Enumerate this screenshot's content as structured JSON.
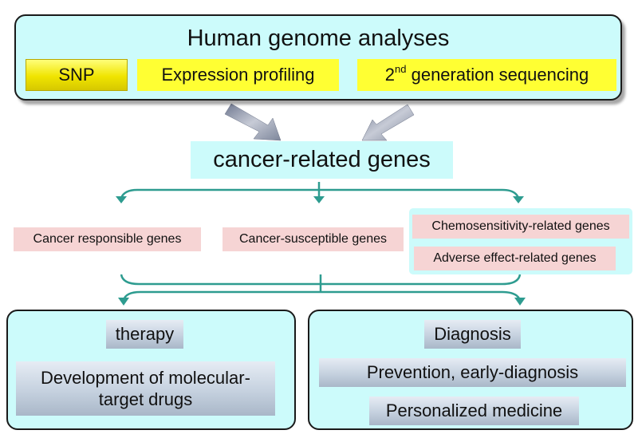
{
  "header": {
    "title": "Human genome analyses",
    "chips": {
      "snp": "SNP",
      "expression": "Expression profiling",
      "sequencing_sup": "nd",
      "sequencing_num": "2",
      "sequencing_rest": " generation sequencing"
    }
  },
  "middle": {
    "label": "cancer-related genes"
  },
  "gene_types": {
    "responsible": "Cancer responsible genes",
    "susceptible": "Cancer-susceptible genes",
    "chemosensitivity": "Chemosensitivity-related genes",
    "adverse": "Adverse effect-related genes"
  },
  "outcomes": {
    "therapy": {
      "heading": "therapy",
      "item_line1": "Development of molecular-",
      "item_line2": "target drugs"
    },
    "diagnosis": {
      "heading": "Diagnosis",
      "item1": "Prevention, early-diagnosis",
      "item2": "Personalized medicine"
    }
  },
  "colors": {
    "box_fill": "#ccfbfb",
    "chip_yellow": "#ffff33",
    "label_pink": "#f6d4d4",
    "connector_teal": "#2e9c90",
    "arrow_gray": "#8a93a6"
  }
}
